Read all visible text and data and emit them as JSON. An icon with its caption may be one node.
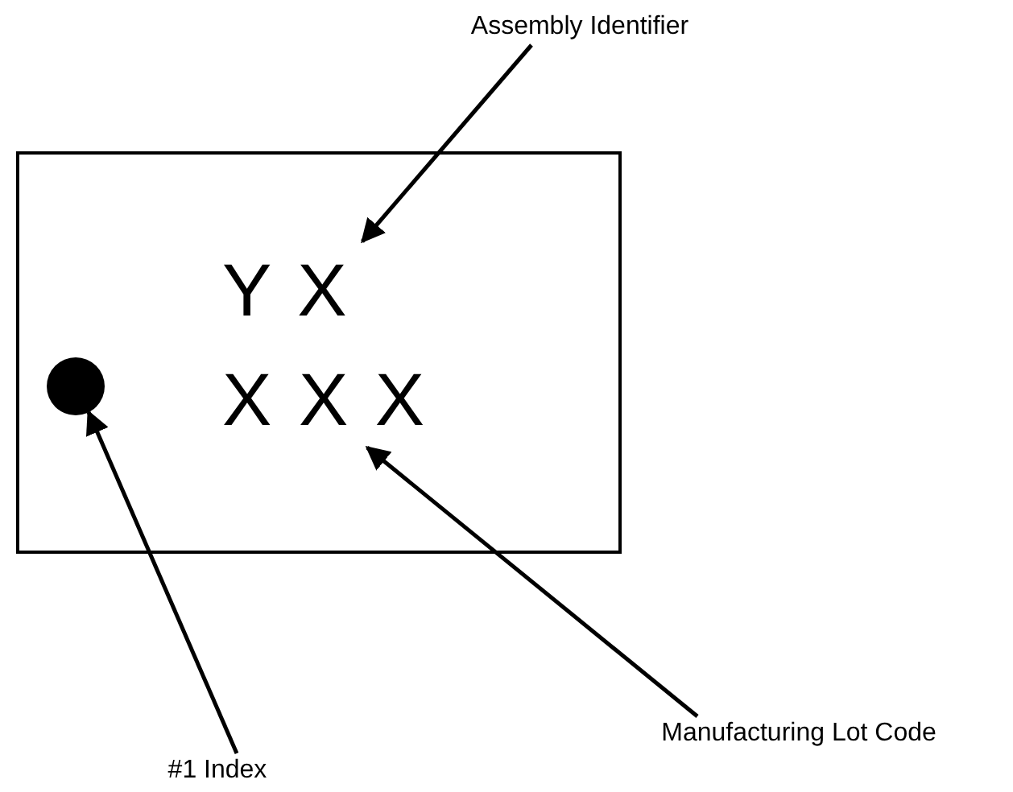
{
  "diagram": {
    "nodes": [
      {
        "text": [
          "Assembly Identifier"
        ]
      },
      {
        "text": [],
        "shape": "box"
      },
      {
        "text": [
          "Y X"
        ],
        "in": 1
      },
      {
        "text": [],
        "shape": "circle",
        "in": 1
      },
      {
        "text": [
          "X X X"
        ],
        "in": 1
      },
      {
        "text": [
          "Manufacturing Lot Code"
        ]
      },
      {
        "text": [
          "#1 Index"
        ]
      }
    ],
    "edges": [
      {
        "from": 0,
        "to": 2,
        "arrow": "to"
      },
      {
        "from": 5,
        "to": 4,
        "arrow": "to"
      },
      {
        "from": 6,
        "to": 3,
        "arrow": "to"
      }
    ]
  }
}
